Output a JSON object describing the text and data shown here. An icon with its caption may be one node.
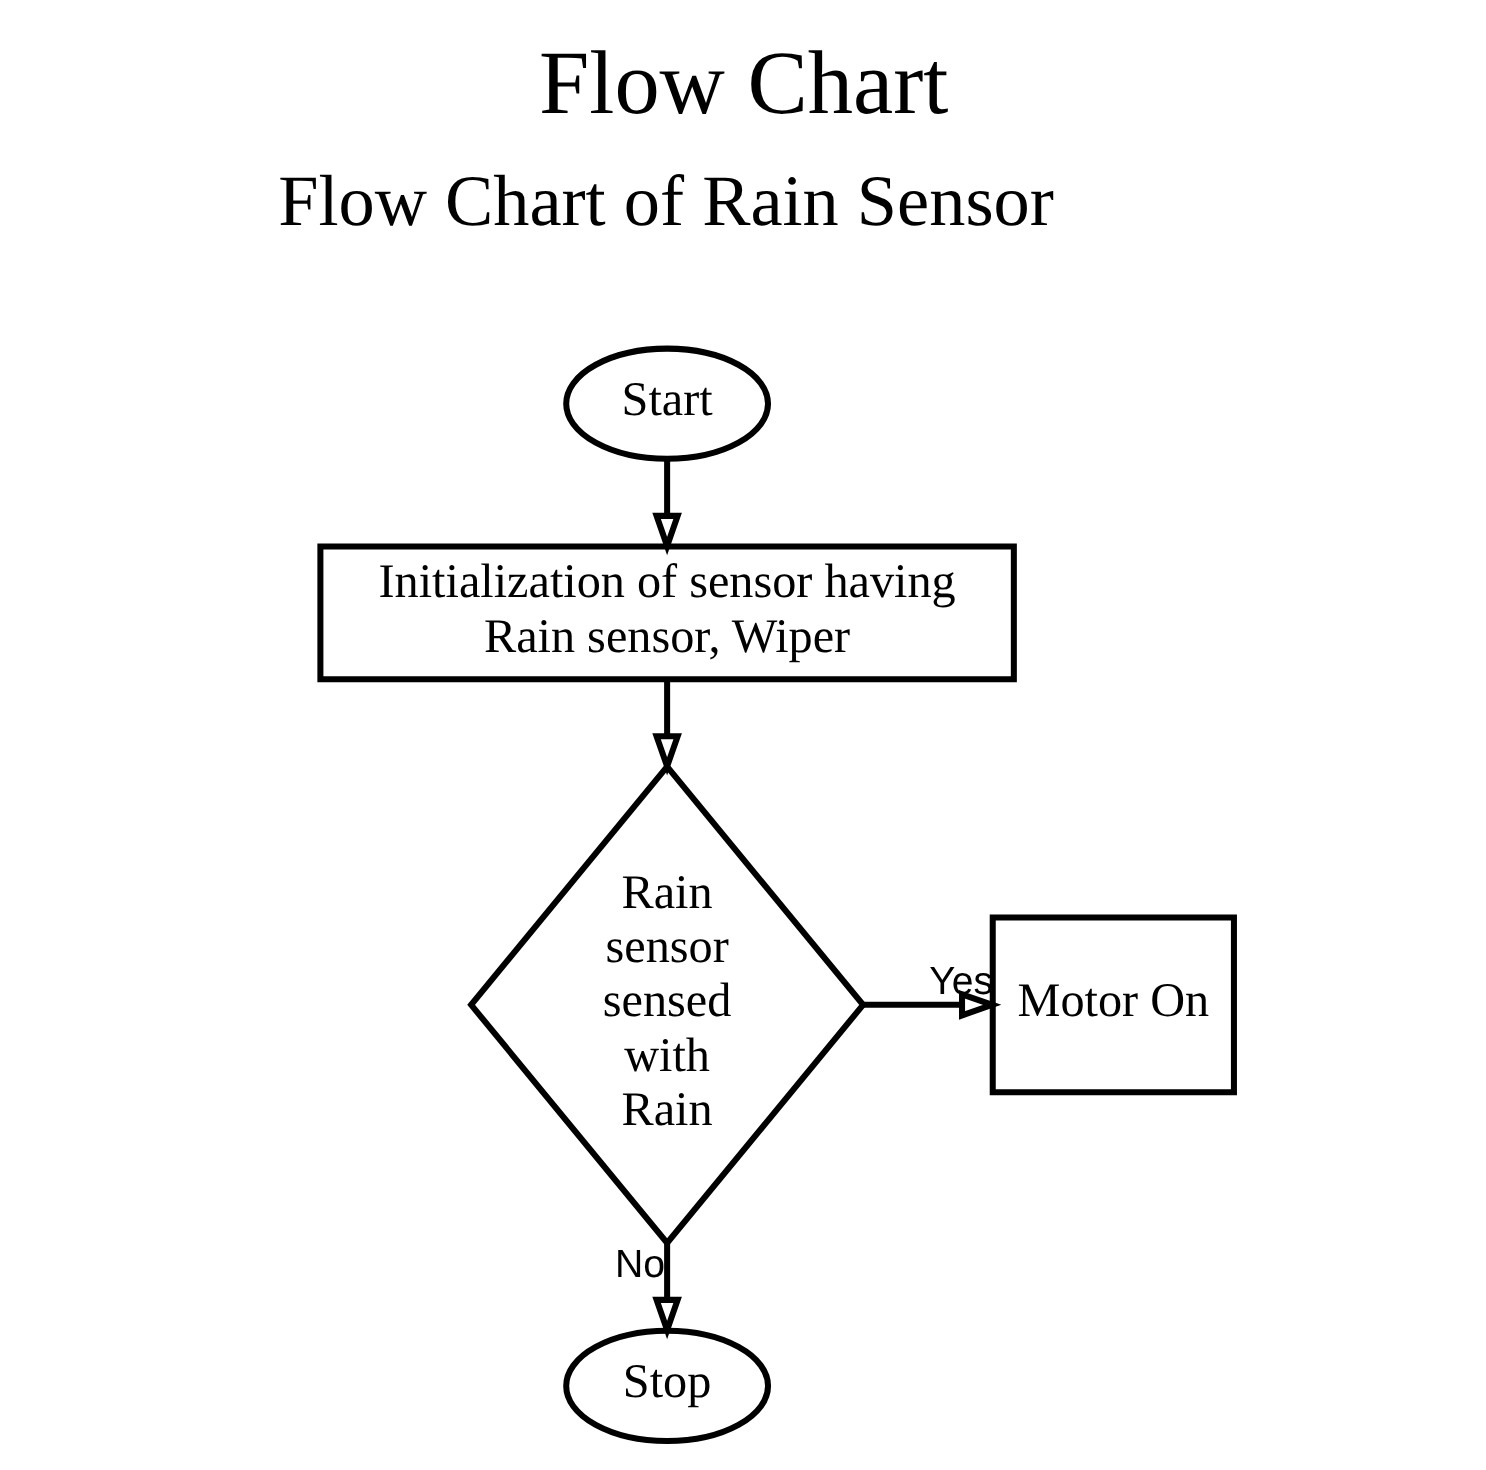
{
  "diagram": {
    "title": "Flow Chart",
    "nodes": [
      {
        "text": [
          "Start"
        ]
      },
      {
        "text": [
          "Initialization of sensor having Rain sensor, Wiper"
        ]
      },
      {
        "text": [
          "Rain sensor sensed with Rain"
        ]
      },
      {
        "text": [
          "Motor On"
        ]
      },
      {
        "text": [
          "Stop"
        ]
      }
    ],
    "edges": [
      {
        "from": 0,
        "to": 1,
        "arrow": "to"
      },
      {
        "from": 1,
        "to": 2,
        "arrow": "to"
      },
      {
        "from": 2,
        "to": 3,
        "arrow": "to",
        "label": "Yes"
      },
      {
        "from": 2,
        "to": 4,
        "arrow": "to",
        "label": "No"
      }
    ],
    "labels": [
      "Flow Chart of Rain Sensor"
    ]
  }
}
